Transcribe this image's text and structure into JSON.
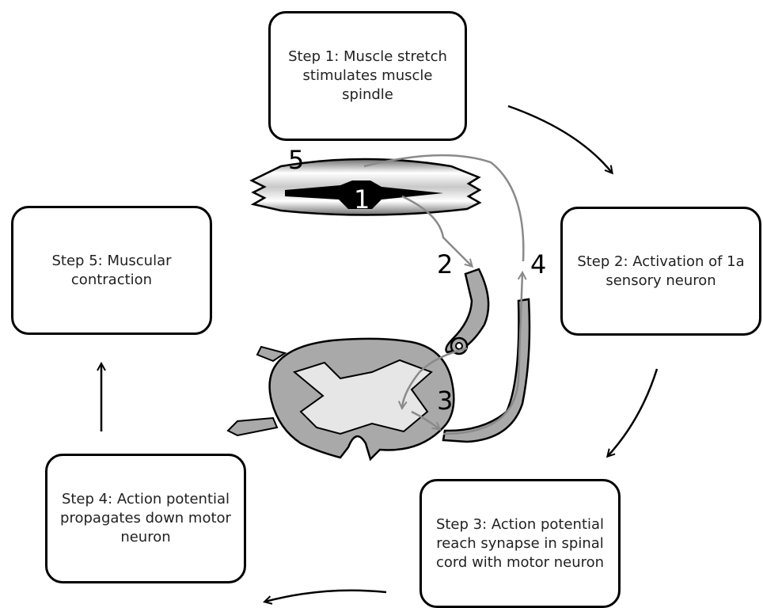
{
  "steps": [
    {
      "id": "step-1",
      "text": "Step 1: Muscle stretch stimulates muscle spindle"
    },
    {
      "id": "step-2",
      "text": "Step 2: Activation of 1a sensory neuron"
    },
    {
      "id": "step-3",
      "text": "Step 3: Action potential reach synapse in spinal cord with motor neuron"
    },
    {
      "id": "step-4",
      "text": "Step 4: Action potential propagates down motor neuron"
    },
    {
      "id": "step-5",
      "text": "Step 5: Muscular contraction"
    }
  ],
  "figure_labels": {
    "label_1": "1",
    "label_2": "2",
    "label_3": "3",
    "label_4": "4",
    "label_5": "5"
  },
  "colors": {
    "box_border": "#000000",
    "pathway_gray": "#8a8a8a",
    "cord_outer_gray": "#a9a9a9",
    "cord_inner_light": "#e6e6e6"
  }
}
